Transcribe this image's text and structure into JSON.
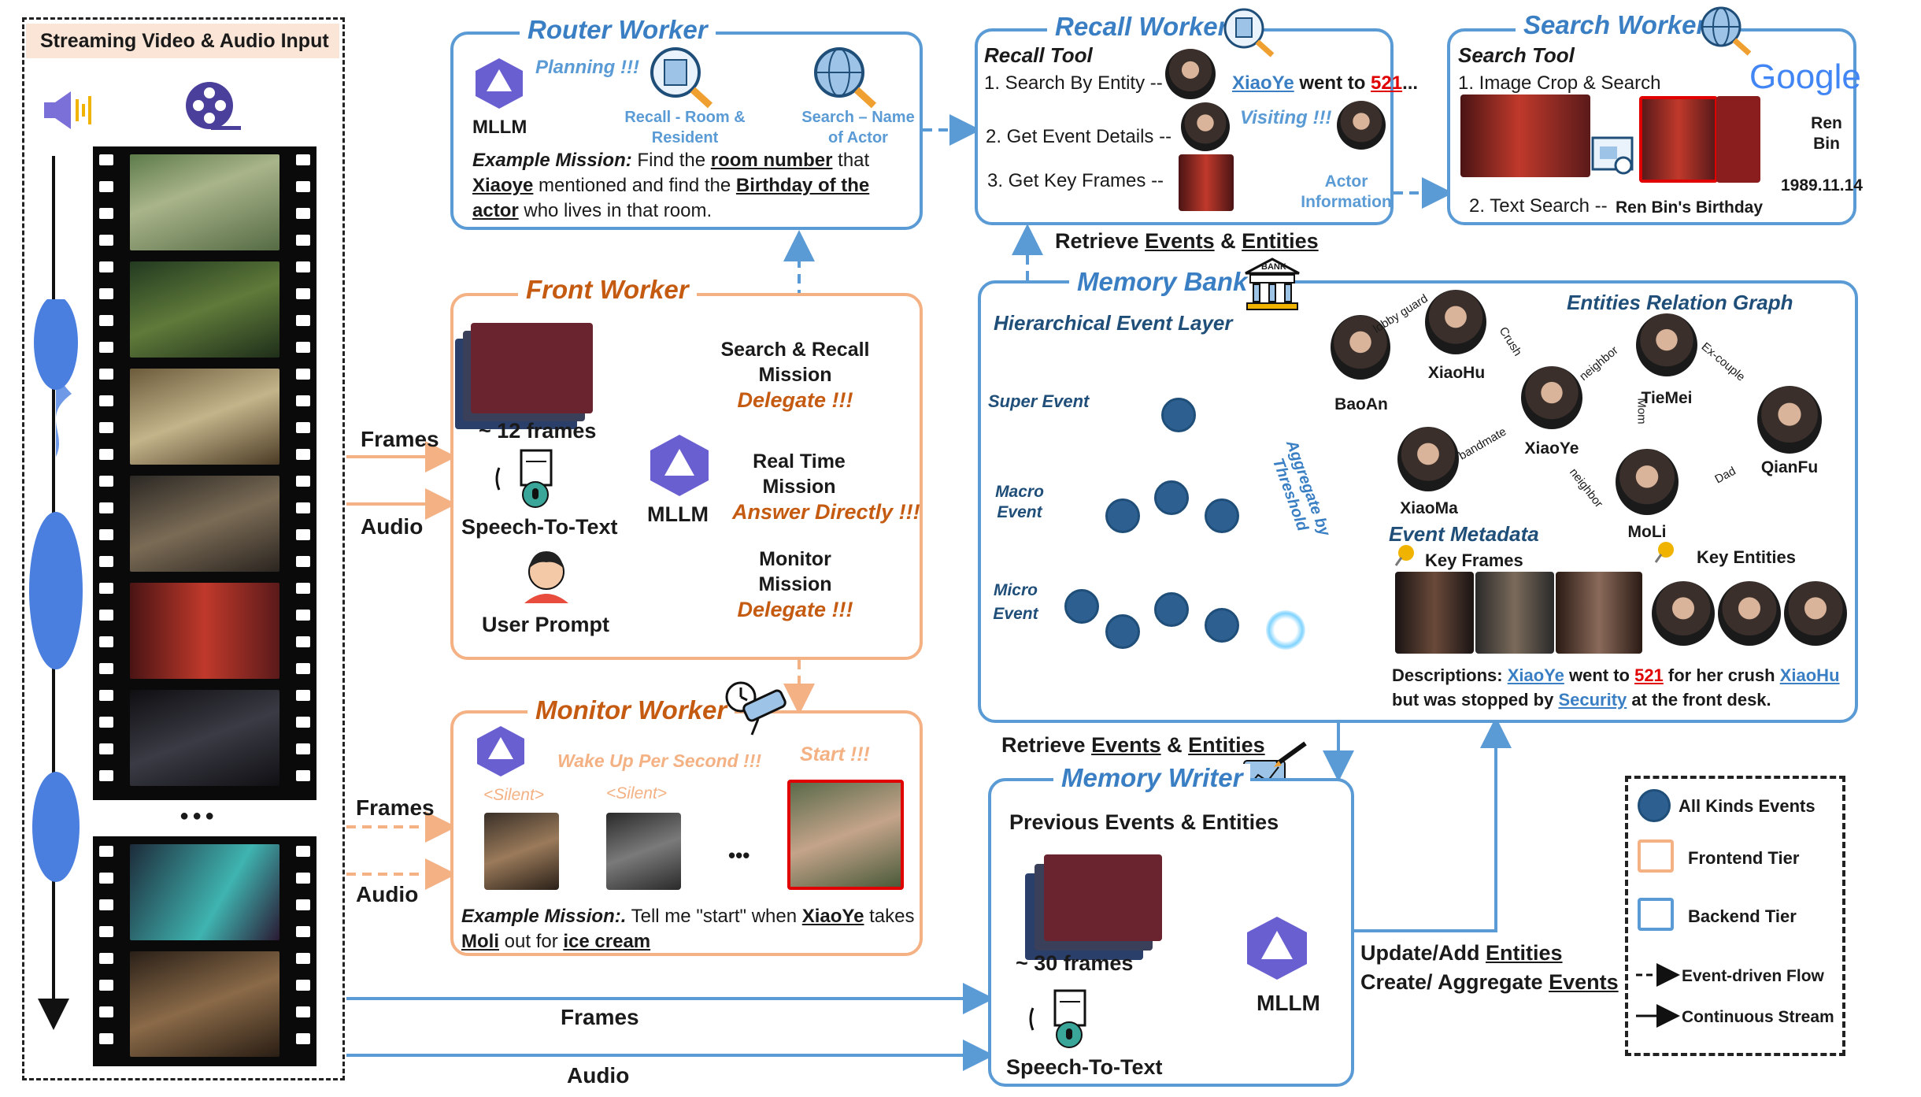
{
  "input": {
    "title": "Streaming Video & Audio Input",
    "ellipsis": "●●●"
  },
  "flow_labels": {
    "frames": "Frames",
    "audio": "Audio"
  },
  "router": {
    "title": "Router Worker",
    "mllm": "MLLM",
    "planning": "Planning !!!",
    "recall_label": [
      "Recall - Room &",
      "Resident"
    ],
    "search_label": [
      "Search – Name",
      "of Actor"
    ],
    "mission_prefix": "Example Mission:",
    "mission_1": " Find the ",
    "mission_room": "room number",
    "mission_2": " that",
    "mission_xiaoye": "Xiaoye",
    "mission_3": " mentioned and find the ",
    "mission_birthday": "Birthday of the",
    "mission_actor": "actor",
    "mission_4": " who lives in that room."
  },
  "recall": {
    "title": "Recall Worker",
    "tool": "Recall Tool",
    "step1": "1. Search By Entity --",
    "step2": "2. Get Event Details --",
    "step3": "3. Get Key Frames --",
    "went_entity": "XiaoYe",
    "went_text": " went to ",
    "went_num": "521",
    "went_dots": "...",
    "visiting": "Visiting !!!",
    "actor_info": [
      "Actor",
      "Information"
    ]
  },
  "search": {
    "title": "Search Worker",
    "tool": "Search Tool",
    "step1": "1. Image Crop & Search",
    "step2": "2. Text Search --",
    "query": "Ren Bin's Birthday",
    "google": "Google",
    "result_name": [
      "Ren",
      "Bin"
    ],
    "result_date": "1989.11.14"
  },
  "retrieve_top": {
    "pre": "Retrieve ",
    "events": "Events",
    "amp": " & ",
    "entities": "Entities"
  },
  "front": {
    "title": "Front Worker",
    "frames": "~ 12 frames",
    "stt": "Speech-To-Text",
    "user": "User Prompt",
    "mllm": "MLLM",
    "m1": [
      "Search & Recall",
      "Mission"
    ],
    "m1_action": "Delegate !!!",
    "m2": [
      "Real Time",
      "Mission"
    ],
    "m2_action": "Answer Directly !!!",
    "m3": [
      "Monitor",
      "Mission"
    ],
    "m3_action": "Delegate !!!"
  },
  "memory_bank": {
    "title": "Memory Bank",
    "bank_icon_text": "BANK",
    "layer": "Hierarchical Event Layer",
    "super": "Super Event",
    "macro": [
      "Macro",
      "Event"
    ],
    "micro": [
      "Micro",
      "Event"
    ],
    "aggregate": [
      "Aggregate by",
      "Threshold"
    ],
    "graph_title": "Entities Relation Graph",
    "entities": [
      "BaoAn",
      "XiaoHu",
      "TieMei",
      "XiaoYe",
      "QianFu",
      "XiaoMa",
      "MoLi"
    ],
    "relations": [
      "lobby guard",
      "Crush",
      "neighbor",
      "Ex-couple",
      "Mom",
      "bandmate",
      "neighbor",
      "Dad"
    ],
    "metadata_title": "Event Metadata",
    "key_frames": "Key Frames",
    "key_entities": "Key Entities",
    "desc_prefix": "Descriptions: ",
    "desc_e1": "XiaoYe",
    "desc_1": " went to ",
    "desc_num": "521",
    "desc_2": " for her crush ",
    "desc_e2": "XiaoHu",
    "desc_3": "but was stopped by ",
    "desc_e3": "Security",
    "desc_4": " at the front desk."
  },
  "monitor": {
    "title": "Monitor Worker",
    "wake": "Wake Up Per Second !!!",
    "start": "Start !!!",
    "silent": "<Silent>",
    "mission_prefix": "Example Mission:.",
    "mission_1": " Tell me \"start\" when ",
    "mission_e1": "XiaoYe",
    "mission_2": " takes",
    "mission_e2": "Moli",
    "mission_3": " out for ",
    "mission_e3": "ice cream",
    "dots": "•••"
  },
  "retrieve_mid": {
    "pre": "Retrieve ",
    "events": "Events",
    "amp": " & ",
    "entities": "Entities"
  },
  "writer": {
    "title": "Memory Writer",
    "prev": "Previous Events & Entities",
    "frames": "~ 30 frames",
    "stt": "Speech-To-Text",
    "mllm": "MLLM"
  },
  "update": {
    "l1_pre": "Update/Add ",
    "l1_u": "Entities",
    "l2_pre": "Create/ Aggregate ",
    "l2_u": "Events"
  },
  "legend": {
    "events": "All Kinds Events",
    "frontend": "Frontend Tier",
    "backend": "Backend Tier",
    "event_flow": "Event-driven Flow",
    "continuous": "Continuous Stream"
  },
  "colors": {
    "blue": "#5b9bd5",
    "orange": "#f4b183",
    "dark_blue": "#1f4e79",
    "title_orange": "#c55a11"
  }
}
